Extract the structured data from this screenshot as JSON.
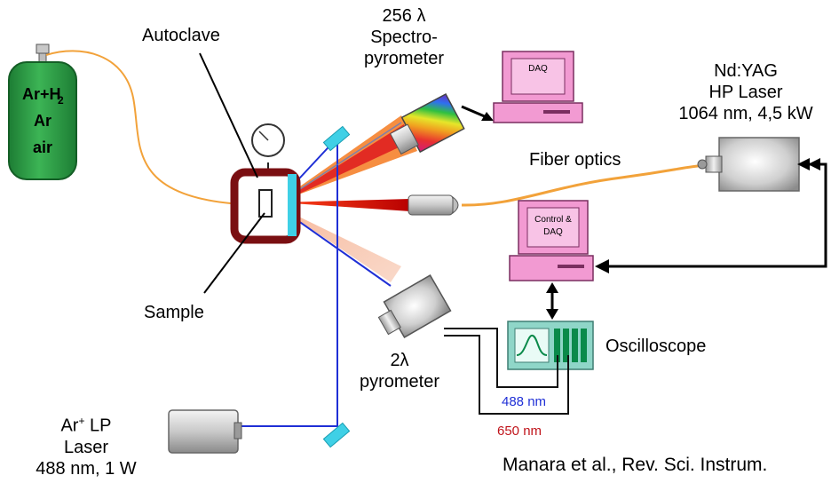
{
  "colors": {
    "gas_bottle": "#2e9b45",
    "autoclave": "#7a0f12",
    "window": "#3fd0e6",
    "blue_beam": "#1f2fd6",
    "orange_fiber": "#f2a23a",
    "red_beam": "#e02020",
    "pc_pink": "#f29ad2",
    "scope_teal": "#8fd6c8",
    "wire": "#111111"
  },
  "labels": {
    "gas_mix": [
      "Ar+H",
      "2",
      "Ar",
      "air"
    ],
    "autoclave": "Autoclave",
    "sample": "Sample",
    "spectro": [
      "256 λ",
      "Spectro-",
      "pyrometer"
    ],
    "fiber_optics": "Fiber optics",
    "yag": [
      "Nd:YAG",
      "HP Laser",
      "1064 nm, 4,5 kW"
    ],
    "pyrometer2": [
      "2λ",
      "pyrometer"
    ],
    "oscilloscope": "Oscilloscope",
    "wl_488": "488 nm",
    "wl_650": "650 nm",
    "ar_laser": [
      "Ar",
      "+",
      " LP",
      "Laser",
      "488 nm, 1 W"
    ],
    "daq_screen": "DAQ",
    "control_screen": [
      "Control &",
      "DAQ"
    ],
    "citation": "Manara et al., Rev. Sci. Instrum."
  }
}
